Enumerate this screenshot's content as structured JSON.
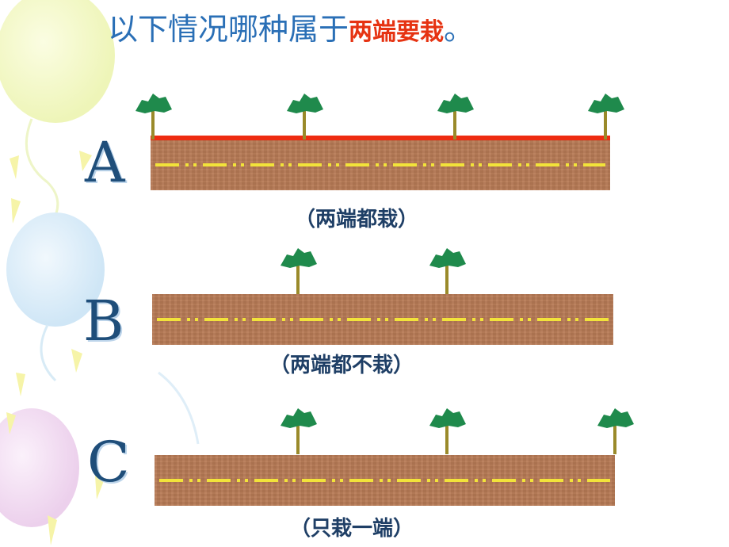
{
  "title": {
    "prefix": "以下情况哪种属于",
    "highlight": "两端要栽",
    "suffix": "。"
  },
  "options": [
    {
      "letter": "A",
      "caption": "（两端都栽）"
    },
    {
      "letter": "B",
      "caption": "（两端都不栽）"
    },
    {
      "letter": "C",
      "caption": "（只栽一端）"
    }
  ],
  "colors": {
    "title": "#2a6fb6",
    "highlight": "#e63312",
    "road": "#b77a55",
    "lane": "#f2e33a",
    "tree_crown": "#1f8a4c",
    "tree_trunk": "#9a8a2a"
  }
}
